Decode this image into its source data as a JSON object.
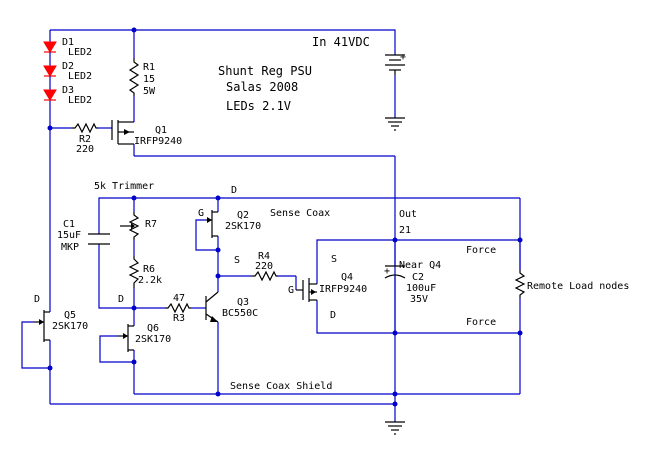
{
  "title": "Shunt Reg PSU",
  "author": "Salas 2008",
  "led_note": "LEDs 2.1V",
  "input_label": "In 41VDC",
  "output": {
    "label": "Out",
    "node": "21"
  },
  "trimmer_label": "5k Trimmer",
  "sense_coax": "Sense Coax",
  "sense_coax_shield": "Sense Coax Shield",
  "near_q4": "Near Q4",
  "force_top": "Force",
  "force_bottom": "Force",
  "remote_load": "Remote Load nodes",
  "battery_plus": "+",
  "cap_plus": "+",
  "components": {
    "D1": {
      "ref": "D1",
      "value": "LED2"
    },
    "D2": {
      "ref": "D2",
      "value": "LED2"
    },
    "D3": {
      "ref": "D3",
      "value": "LED2"
    },
    "R1": {
      "ref": "R1",
      "value": "15",
      "value2": "5W"
    },
    "R2": {
      "ref": "R2",
      "value": "220"
    },
    "Q1": {
      "ref": "Q1",
      "value": "IRFP9240"
    },
    "C1": {
      "ref": "C1",
      "value": "15uF",
      "value2": "MKP"
    },
    "R7": {
      "ref": "R7"
    },
    "R6": {
      "ref": "R6",
      "value": "2.2k"
    },
    "Q2": {
      "ref": "Q2",
      "value": "2SK170",
      "gate": "G",
      "drain": "D",
      "source": "S"
    },
    "R4": {
      "ref": "R4",
      "value": "220"
    },
    "Q4": {
      "ref": "Q4",
      "value": "IRFP9240",
      "gate": "G",
      "source": "S",
      "drain": "D"
    },
    "C2": {
      "ref": "C2",
      "value": "100uF",
      "value2": "35V"
    },
    "Q3": {
      "ref": "Q3",
      "value": "BC550C"
    },
    "R3": {
      "ref": "R3",
      "value": "47"
    },
    "Q5": {
      "ref": "Q5",
      "value": "2SK170",
      "drain": "D"
    },
    "Q6": {
      "ref": "Q6",
      "value": "2SK170",
      "drain": "D"
    }
  },
  "colors": {
    "wire": "#0000cc",
    "component": "#000000",
    "led": "#ff0000",
    "background": "#ffffff"
  }
}
